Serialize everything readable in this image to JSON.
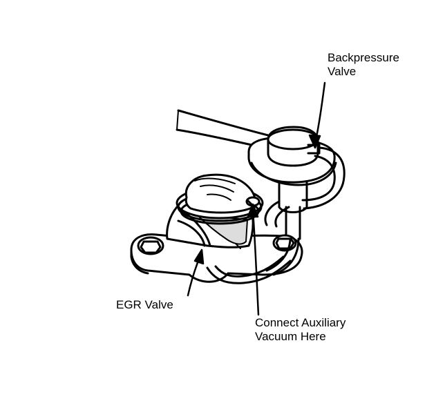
{
  "labels": {
    "backpressure": {
      "line1": "Backpressure",
      "line2": "Valve"
    },
    "egr": "EGR Valve",
    "aux": {
      "line1": "Connect Auxiliary",
      "line2": "Vacuum Here"
    }
  },
  "colors": {
    "ink": "#000000",
    "paper": "#ffffff",
    "shade": "#d9d9d9"
  }
}
